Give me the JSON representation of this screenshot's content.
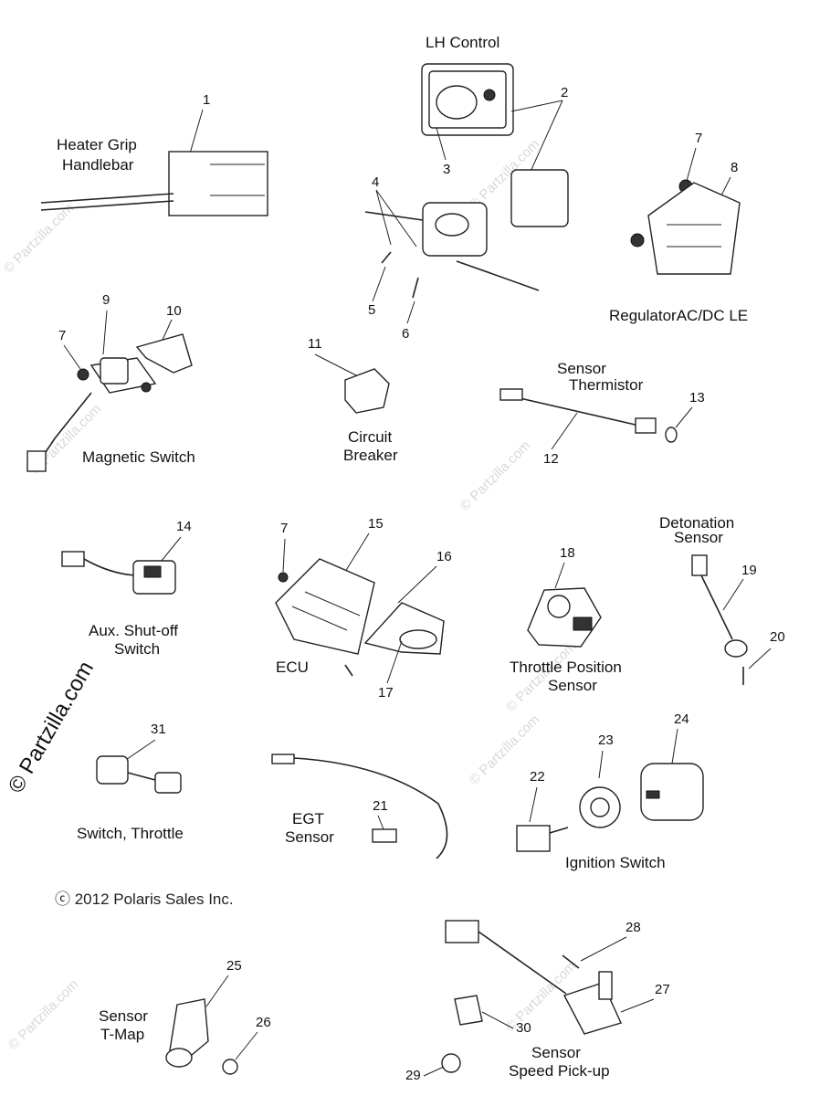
{
  "labels": {
    "lh_control": "LH Control",
    "heater_line1": "Heater Grip",
    "heater_line2": "Handlebar",
    "regulator": "RegulatorAC/DC LE",
    "magnetic_switch": "Magnetic Switch",
    "circuit_line1": "Circuit",
    "circuit_line2": "Breaker",
    "sensor_thermistor_line1": "Sensor",
    "sensor_thermistor_line2": "Thermistor",
    "detonation_line1": "Detonation",
    "detonation_line2": "Sensor",
    "aux_line1": "Aux. Shut-off",
    "aux_line2": "Switch",
    "ecu": "ECU",
    "tps_line1": "Throttle Position",
    "tps_line2": "Sensor",
    "switch_throttle": "Switch, Throttle",
    "egt_line1": "EGT",
    "egt_line2": "Sensor",
    "ignition_switch": "Ignition Switch",
    "tmap_line1": "Sensor",
    "tmap_line2": "T-Map",
    "speed_line1": "Sensor",
    "speed_line2": "Speed Pick-up"
  },
  "copyright": "ⓒ 2012 Polaris Sales Inc.",
  "side_watermark": "© Partzilla.com",
  "watermark": "© Partzilla.com",
  "callouts": {
    "n1": "1",
    "n2": "2",
    "n3": "3",
    "n4": "4",
    "n5": "5",
    "n6": "6",
    "n7a": "7",
    "n7b": "7",
    "n7c": "7",
    "n8": "8",
    "n9": "9",
    "n10": "10",
    "n11": "11",
    "n12": "12",
    "n13": "13",
    "n14": "14",
    "n15": "15",
    "n16": "16",
    "n17": "17",
    "n18": "18",
    "n19": "19",
    "n20": "20",
    "n21": "21",
    "n22": "22",
    "n23": "23",
    "n24": "24",
    "n25": "25",
    "n26": "26",
    "n27": "27",
    "n28": "28",
    "n29": "29",
    "n30": "30",
    "n31": "31"
  }
}
